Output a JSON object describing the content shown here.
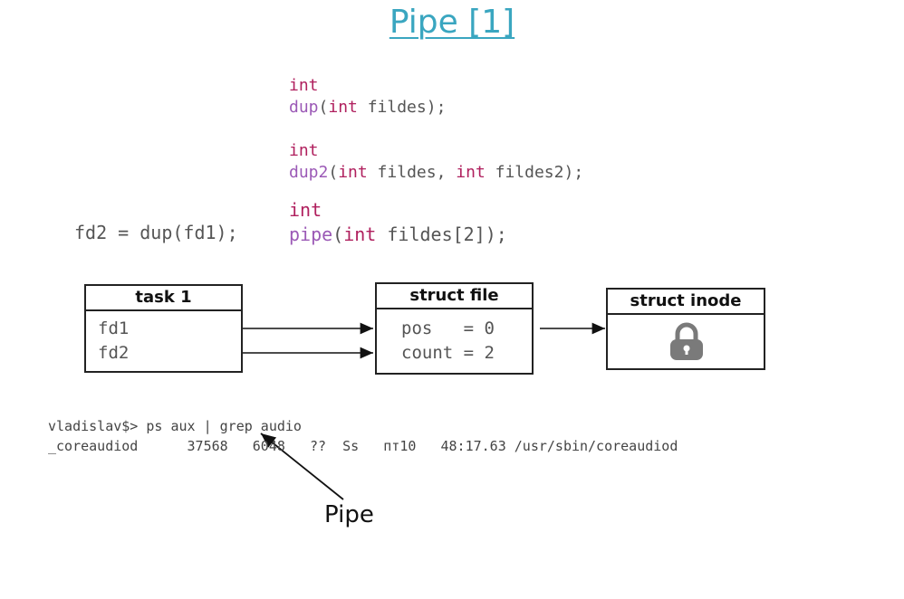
{
  "title": "Pipe [1]",
  "code": {
    "dup_ret": "int",
    "dup_name": "dup",
    "dup_args_open": "(",
    "dup_arg_type": "int",
    "dup_args_rest": " fildes);",
    "dup2_ret": "int",
    "dup2_name": "dup2",
    "dup2_args_open": "(",
    "dup2_arg_type1": "int",
    "dup2_args_mid": " fildes, ",
    "dup2_arg_type2": "int",
    "dup2_args_rest": " fildes2);",
    "pipe_ret": "int",
    "pipe_name": "pipe",
    "pipe_args_open": "(",
    "pipe_arg_type": "int",
    "pipe_args_rest": " fildes[2]);",
    "example": "fd2 = dup(fd1);"
  },
  "diagram": {
    "task_box": {
      "title": "task 1",
      "fields": [
        "fd1",
        "fd2"
      ]
    },
    "file_box": {
      "title": "struct file",
      "fields": [
        "pos   = 0",
        "count = 2"
      ]
    },
    "inode_box": {
      "title": "struct inode",
      "icon": "lock-icon"
    }
  },
  "shell": {
    "line1": "vladislav$> ps aux | grep audio",
    "line2": "_coreaudiod      37568   6048   ??  Ss   пт10   48:17.63 /usr/sbin/coreaudiod"
  },
  "annotation": {
    "label": "Pipe"
  },
  "colors": {
    "title": "#3aa6c0",
    "keyword": "#b0205e",
    "function": "#9b59b6",
    "lock": "#7a7a7a"
  }
}
